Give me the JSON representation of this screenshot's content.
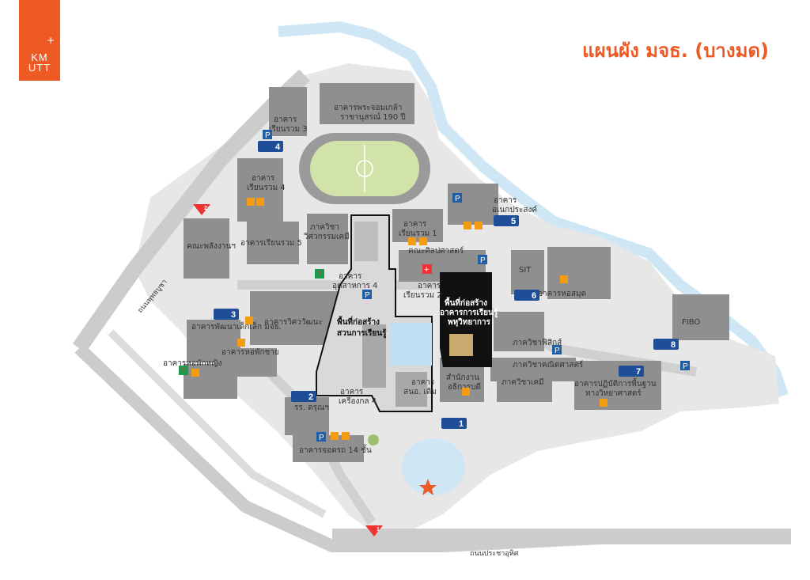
{
  "logo": {
    "line1": "KM",
    "line2": "UTT",
    "plus": "+"
  },
  "title": "แผนผัง มจธ. (บางมด)",
  "colors": {
    "accent": "#ee5a24",
    "parking": "#1f5fa8",
    "bus": "#1f4e99",
    "food": "#f39c12",
    "water": "#cfe7f5",
    "building": "#8c8c8c",
    "road": "#d6d6d6",
    "construction": "#111111"
  },
  "labels": {
    "phrachom": [
      "อาคารพระจอมเกล้า",
      "ราชานุสรณ์ 190 ปี"
    ],
    "rianruam3": [
      "อาคาร",
      "เรียนรวม 3"
    ],
    "rianruam4": [
      "อาคาร",
      "เรียนรวม 4"
    ],
    "civil": [
      "ภาควิชา",
      "วิศวกรรมเคมี"
    ],
    "rianruam5": "อาคารเรียนรวม 5",
    "energy": "คณะพลังงานฯ",
    "rianruam1": [
      "อาคาร",
      "เรียนรวม 1"
    ],
    "anek": [
      "อาคาร",
      "อเนกประสงค์"
    ],
    "arts": "คณะศิลปศาสตร์",
    "sit": "SIT",
    "industry": [
      "อาคาร",
      "อุตสาหการ 4"
    ],
    "rianruam2": [
      "อาคาร",
      "เรียนรวม 2"
    ],
    "construction_learning": [
      "พื้นที่ก่อสร้าง",
      "อาคารการเรียนรู้",
      "พหุวิทยาการ"
    ],
    "library": "อาคารหอสมุด",
    "fibo": "FIBO",
    "wiwat": "อาคารวิศววัฒนะ",
    "garden_construction": [
      "พื้นที่ก่อสร้าง",
      "สวนการเรียนรู้"
    ],
    "physics": "ภาควิชาฟิสิกส์",
    "math": "ภาควิชาคณิตศาสตร์",
    "chem": "ภาควิชาเคมี",
    "office": [
      "สำนักงาน",
      "อธิการบดี"
    ],
    "sobor": [
      "อาคาร",
      "สนอ. เดิม"
    ],
    "lab": [
      "อาคารปฏิบัติการพื้นฐาน",
      "ทางวิทยาศาสตร์"
    ],
    "nursery": [
      "อาคารพัฒนาเด็กเล็ก มจธ."
    ],
    "men_dorm": "อาคารหอพักชาย",
    "women_dorm": "อาคารหอพักหญิง",
    "mech4": [
      "อาคาร",
      "เครื่องกล 4"
    ],
    "school": "รร. ดรุณฯ",
    "parking14": "อาคารจอดรถ 14 ชั้น",
    "road_puttha": "ถนนพุทธบูชา",
    "road_pracha": "ถนนประชาอุทิศ"
  },
  "bus_stops": [
    "1",
    "2",
    "3",
    "4",
    "5",
    "6",
    "7",
    "8"
  ],
  "gates": [
    "1",
    "2"
  ],
  "icons": {
    "parking": "P",
    "seven": "7",
    "first_aid": "+",
    "food": "food-icon",
    "cafe": "cafe-icon"
  }
}
